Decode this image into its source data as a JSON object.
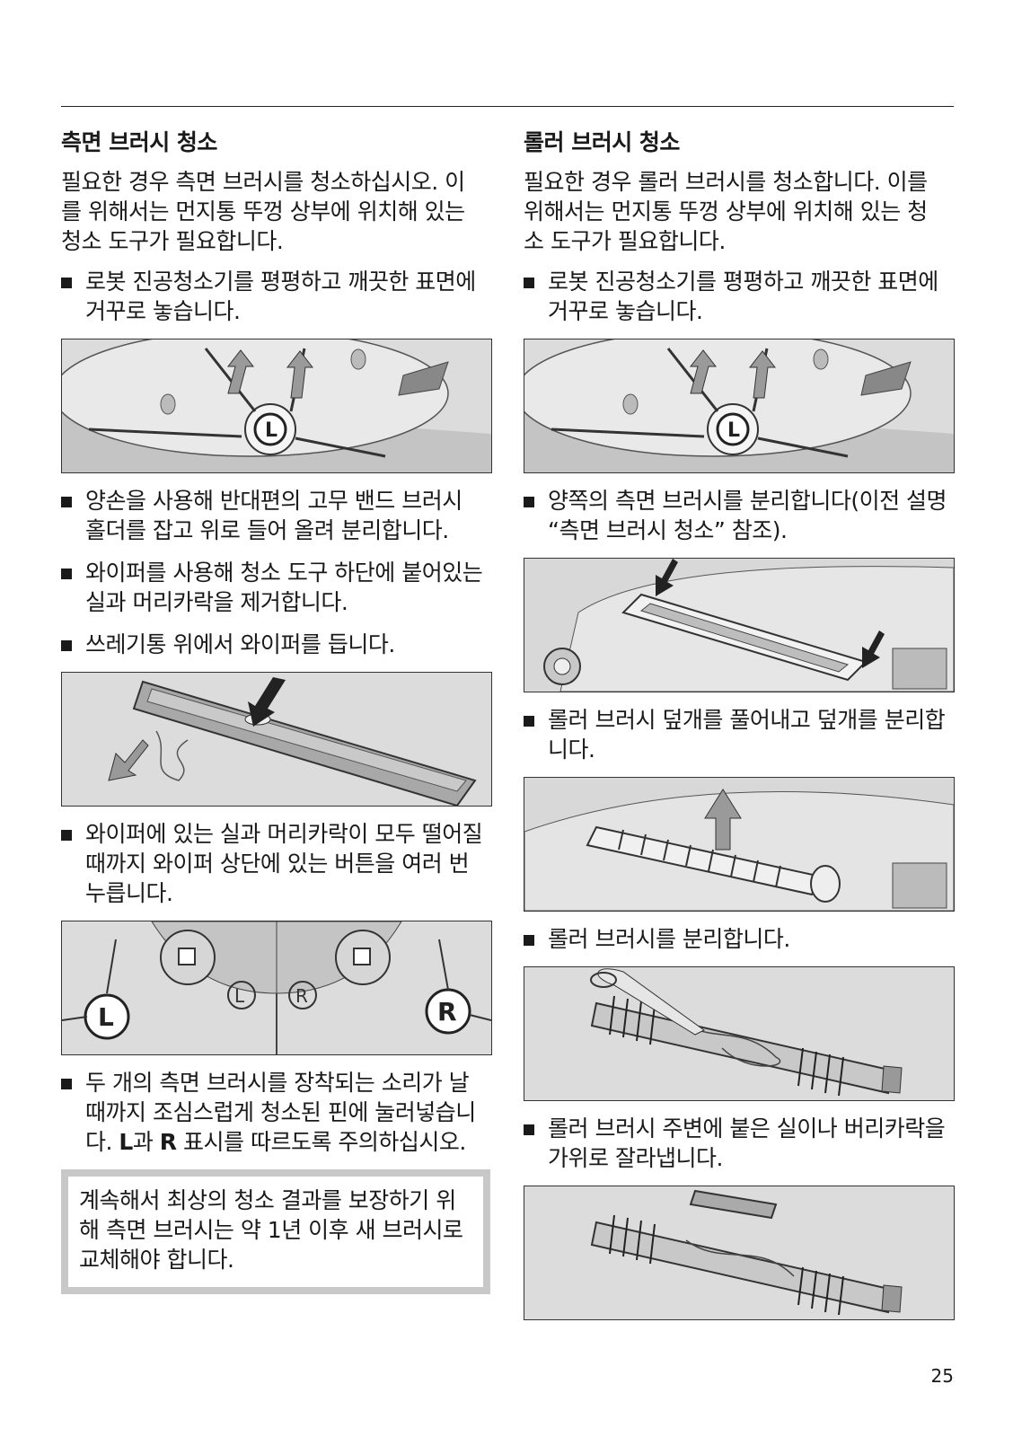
{
  "left": {
    "heading": "측면 브러시 청소",
    "intro": "필요한 경우 측면 브러시를 청소하십시오. 이를 위해서는 먼지통 뚜껑 상부에 위치해 있는 청소 도구가 필요합니다.",
    "step1": "로봇 진공청소기를 평평하고 깨끗한 표면에 거꾸로 놓습니다.",
    "step2": "양손을 사용해 반대편의 고무 밴드 브러시 홀더를 잡고 위로 들어 올려 분리합니다.",
    "step3": "와이퍼를 사용해 청소 도구 하단에 붙어있는 실과 머리카락을 제거합니다.",
    "step4": "쓰레기통 위에서 와이퍼를 듭니다.",
    "step5": "와이퍼에 있는 실과 머리카락이 모두 떨어질 때까지 와이퍼 상단에 있는 버튼을 여러 번 누릅니다.",
    "step6_a": "두 개의 측면 브러시를 장착되는 소리가 날 때까지 조심스럽게 청소된 핀에 눌러넣습니다. ",
    "step6_L": "L",
    "step6_b": "과 ",
    "step6_R": "R",
    "step6_c": " 표시를 따르도록 주의하십시오.",
    "note": "계속해서 최상의 청소 결과를 보장하기 위해 측면 브러시는 약 1년 이후 새 브러시로 교체해야 합니다.",
    "fig_labels": {
      "L": "L",
      "R": "R"
    }
  },
  "right": {
    "heading": "롤러 브러시 청소",
    "intro": "필요한 경우 롤러 브러시를 청소합니다. 이를 위해서는 먼지통 뚜껑 상부에 위치해 있는 청소 도구가 필요합니다.",
    "step1": "로봇 진공청소기를 평평하고 깨끗한 표면에 거꾸로 놓습니다.",
    "step2": "양쪽의 측면 브러시를 분리합니다(이전 설명 “측면 브러시 청소” 참조).",
    "step3": "롤러 브러시 덮개를 풀어내고 덮개를 분리합니다.",
    "step4": "롤러 브러시를 분리합니다.",
    "step5": "롤러 브러시 주변에 붙은 실이나 버리카락을 가위로 잘라냅니다."
  },
  "page_number": "25"
}
